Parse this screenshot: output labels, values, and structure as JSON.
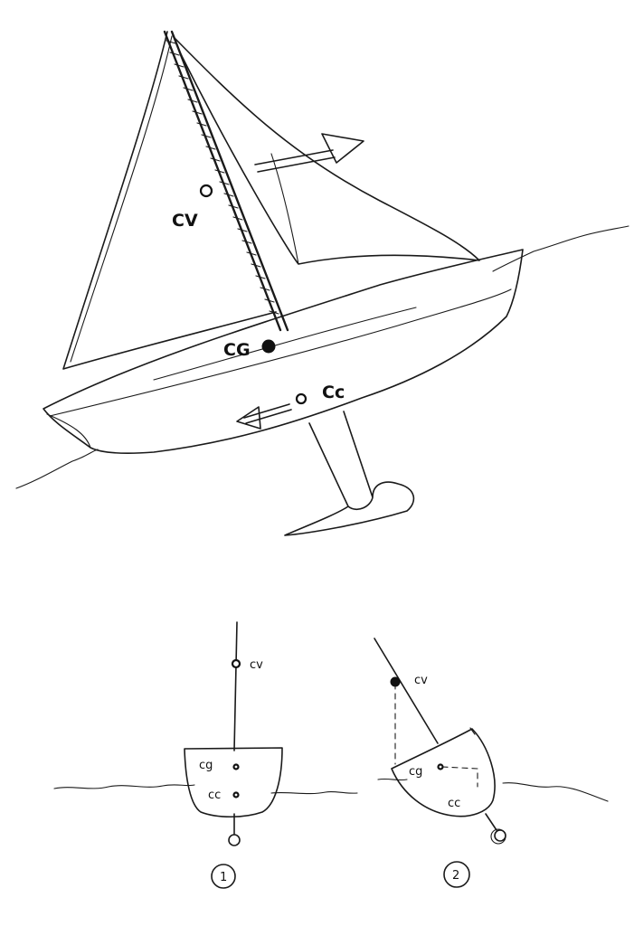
{
  "labels": {
    "main_cv": "CV",
    "main_cg": "CG",
    "main_cc": "Cc",
    "fig1_cv": "cv",
    "fig1_cg": "cg",
    "fig1_cc": "cc",
    "fig1_number": "1",
    "fig2_cv": "cv",
    "fig2_cg": "cg",
    "fig2_cc": "cc",
    "fig2_number": "2"
  }
}
